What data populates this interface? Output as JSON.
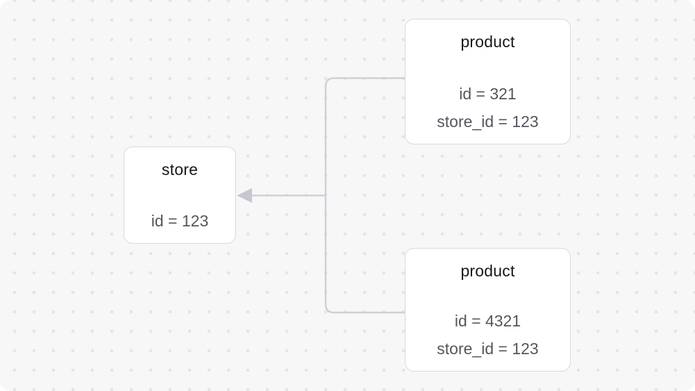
{
  "canvas": {
    "outer_background": "#ffffff",
    "background_color": "#f7f7f8",
    "dot_color": "#e5e5e8",
    "edge_color": "#cfd0d7",
    "arrow_color": "#c5c6cf",
    "node_background": "#ffffff",
    "node_border_color": "#d9d9df",
    "title_color": "#18181b",
    "attribute_color": "#55555f"
  },
  "nodes": [
    {
      "title": "store",
      "attributes": [
        "id = 123"
      ]
    },
    {
      "title": "product",
      "attributes": [
        "id = 321",
        "store_id = 123"
      ]
    },
    {
      "title": "product",
      "attributes": [
        "id = 4321",
        "store_id = 123"
      ]
    }
  ],
  "edges": [
    {
      "from": "product (id = 321)",
      "to": "store",
      "via": "store_id"
    },
    {
      "from": "product (id = 4321)",
      "to": "store",
      "via": "store_id"
    }
  ]
}
